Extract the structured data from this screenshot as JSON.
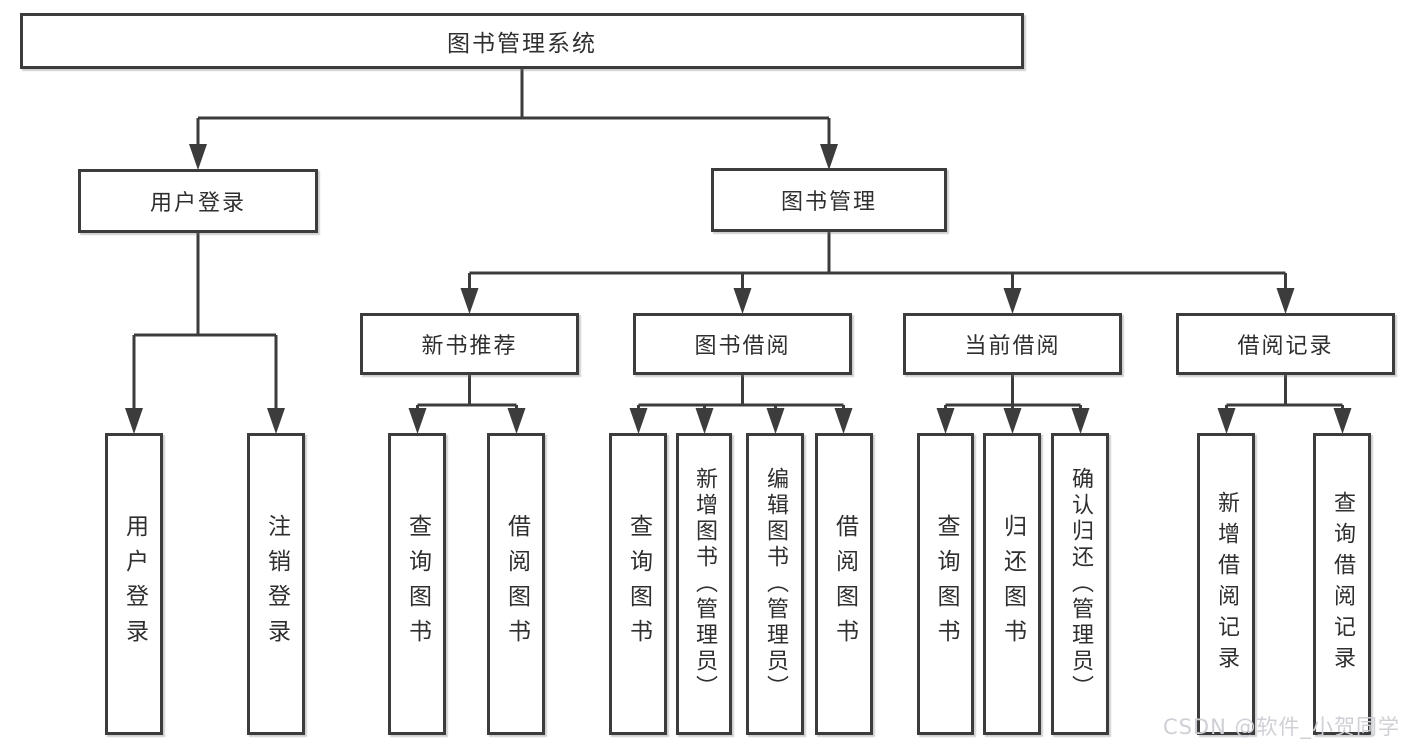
{
  "tree": {
    "label": "图书管理系统",
    "children": [
      {
        "label": "用户登录",
        "children": [
          {
            "label": "用户登录"
          },
          {
            "label": "注销登录"
          }
        ]
      },
      {
        "label": "图书管理",
        "children": [
          {
            "label": "新书推荐",
            "children": [
              {
                "label": "查询图书"
              },
              {
                "label": "借阅图书"
              }
            ]
          },
          {
            "label": "图书借阅",
            "children": [
              {
                "label": "查询图书"
              },
              {
                "label": "新增图书（管理员）"
              },
              {
                "label": "编辑图书（管理员）"
              },
              {
                "label": "借阅图书"
              }
            ]
          },
          {
            "label": "当前借阅",
            "children": [
              {
                "label": "查询图书"
              },
              {
                "label": "归还图书"
              },
              {
                "label": "确认归还（管理员）"
              }
            ]
          },
          {
            "label": "借阅记录",
            "children": [
              {
                "label": "新增借阅记录"
              },
              {
                "label": "查询借阅记录"
              }
            ]
          }
        ]
      }
    ]
  },
  "watermark": {
    "text": "CSDN @软件_小贺同学"
  },
  "colors": {
    "line": "#3c3c3c",
    "box_border": "#3c3c3c",
    "box_background": "#ffffff",
    "text": "#2f2f2f",
    "watermark": "#ced0d6",
    "page_background": "#ffffff"
  }
}
